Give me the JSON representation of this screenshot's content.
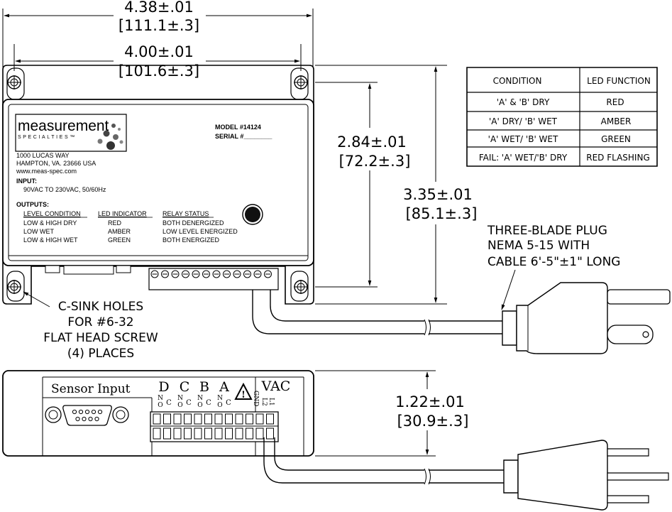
{
  "dimensions": {
    "overall_width": "4.38±.01",
    "overall_width_mm": "[111.1±.3]",
    "hole_spacing_width": "4.00±.01",
    "hole_spacing_width_mm": "[101.6±.3]",
    "hole_spacing_height": "2.84±.01",
    "hole_spacing_height_mm": "[72.2±.3]",
    "overall_height": "3.35±.01",
    "overall_height_mm": "[85.1±.3]",
    "depth": "1.22±.01",
    "depth_mm": "[30.9±.3]"
  },
  "notes": {
    "plug": [
      "THREE-BLADE PLUG",
      "NEMA 5-15 WITH",
      "CABLE 6'-5\"±1\" LONG"
    ],
    "holes": [
      "C-SINK HOLES",
      "FOR #6-32",
      "FLAT HEAD SCREW",
      "(4) PLACES"
    ]
  },
  "label": {
    "logo_main": "measurement",
    "logo_sub": "SPECIALTIES™",
    "model": "MODEL #14124",
    "serial": "SERIAL #________",
    "address": [
      "1000 LUCAS WAY",
      "HAMPTON, VA. 23666 USA",
      "www.meas-spec.com"
    ],
    "input_heading": "INPUT:",
    "input_value": "90VAC TO 230VAC, 50/60Hz",
    "outputs_heading": "OUTPUTS:",
    "outputs_columns": [
      "LEVEL CONDITION",
      "LED INDICATOR",
      "RELAY STATUS"
    ],
    "outputs_rows": [
      [
        "LOW & HIGH DRY",
        "RED",
        "BOTH DENERGIZED"
      ],
      [
        "LOW WET",
        "AMBER",
        "LOW LEVEL ENERGIZED"
      ],
      [
        "LOW & HIGH WET",
        "GREEN",
        "BOTH ENERGIZED"
      ]
    ]
  },
  "condition_table": {
    "headers": [
      "CONDITION",
      "LED FUNCTION"
    ],
    "rows": [
      [
        "'A' & 'B' DRY",
        "RED"
      ],
      [
        "'A' DRY/ 'B' WET",
        "AMBER"
      ],
      [
        "'A' WET/ 'B' WET",
        "GREEN"
      ],
      [
        "FAIL: 'A' WET/'B' DRY",
        "RED FLASHING"
      ]
    ]
  },
  "side_view": {
    "sensor_input": "Sensor Input",
    "channels": [
      "D",
      "C",
      "B",
      "A"
    ],
    "vac": "VAC",
    "terminal_nc": "N",
    "terminal_c": "C",
    "terminal_no_o": "O",
    "gnd": "GND",
    "l2": "L2",
    "l1": "L1",
    "warning": "!"
  }
}
